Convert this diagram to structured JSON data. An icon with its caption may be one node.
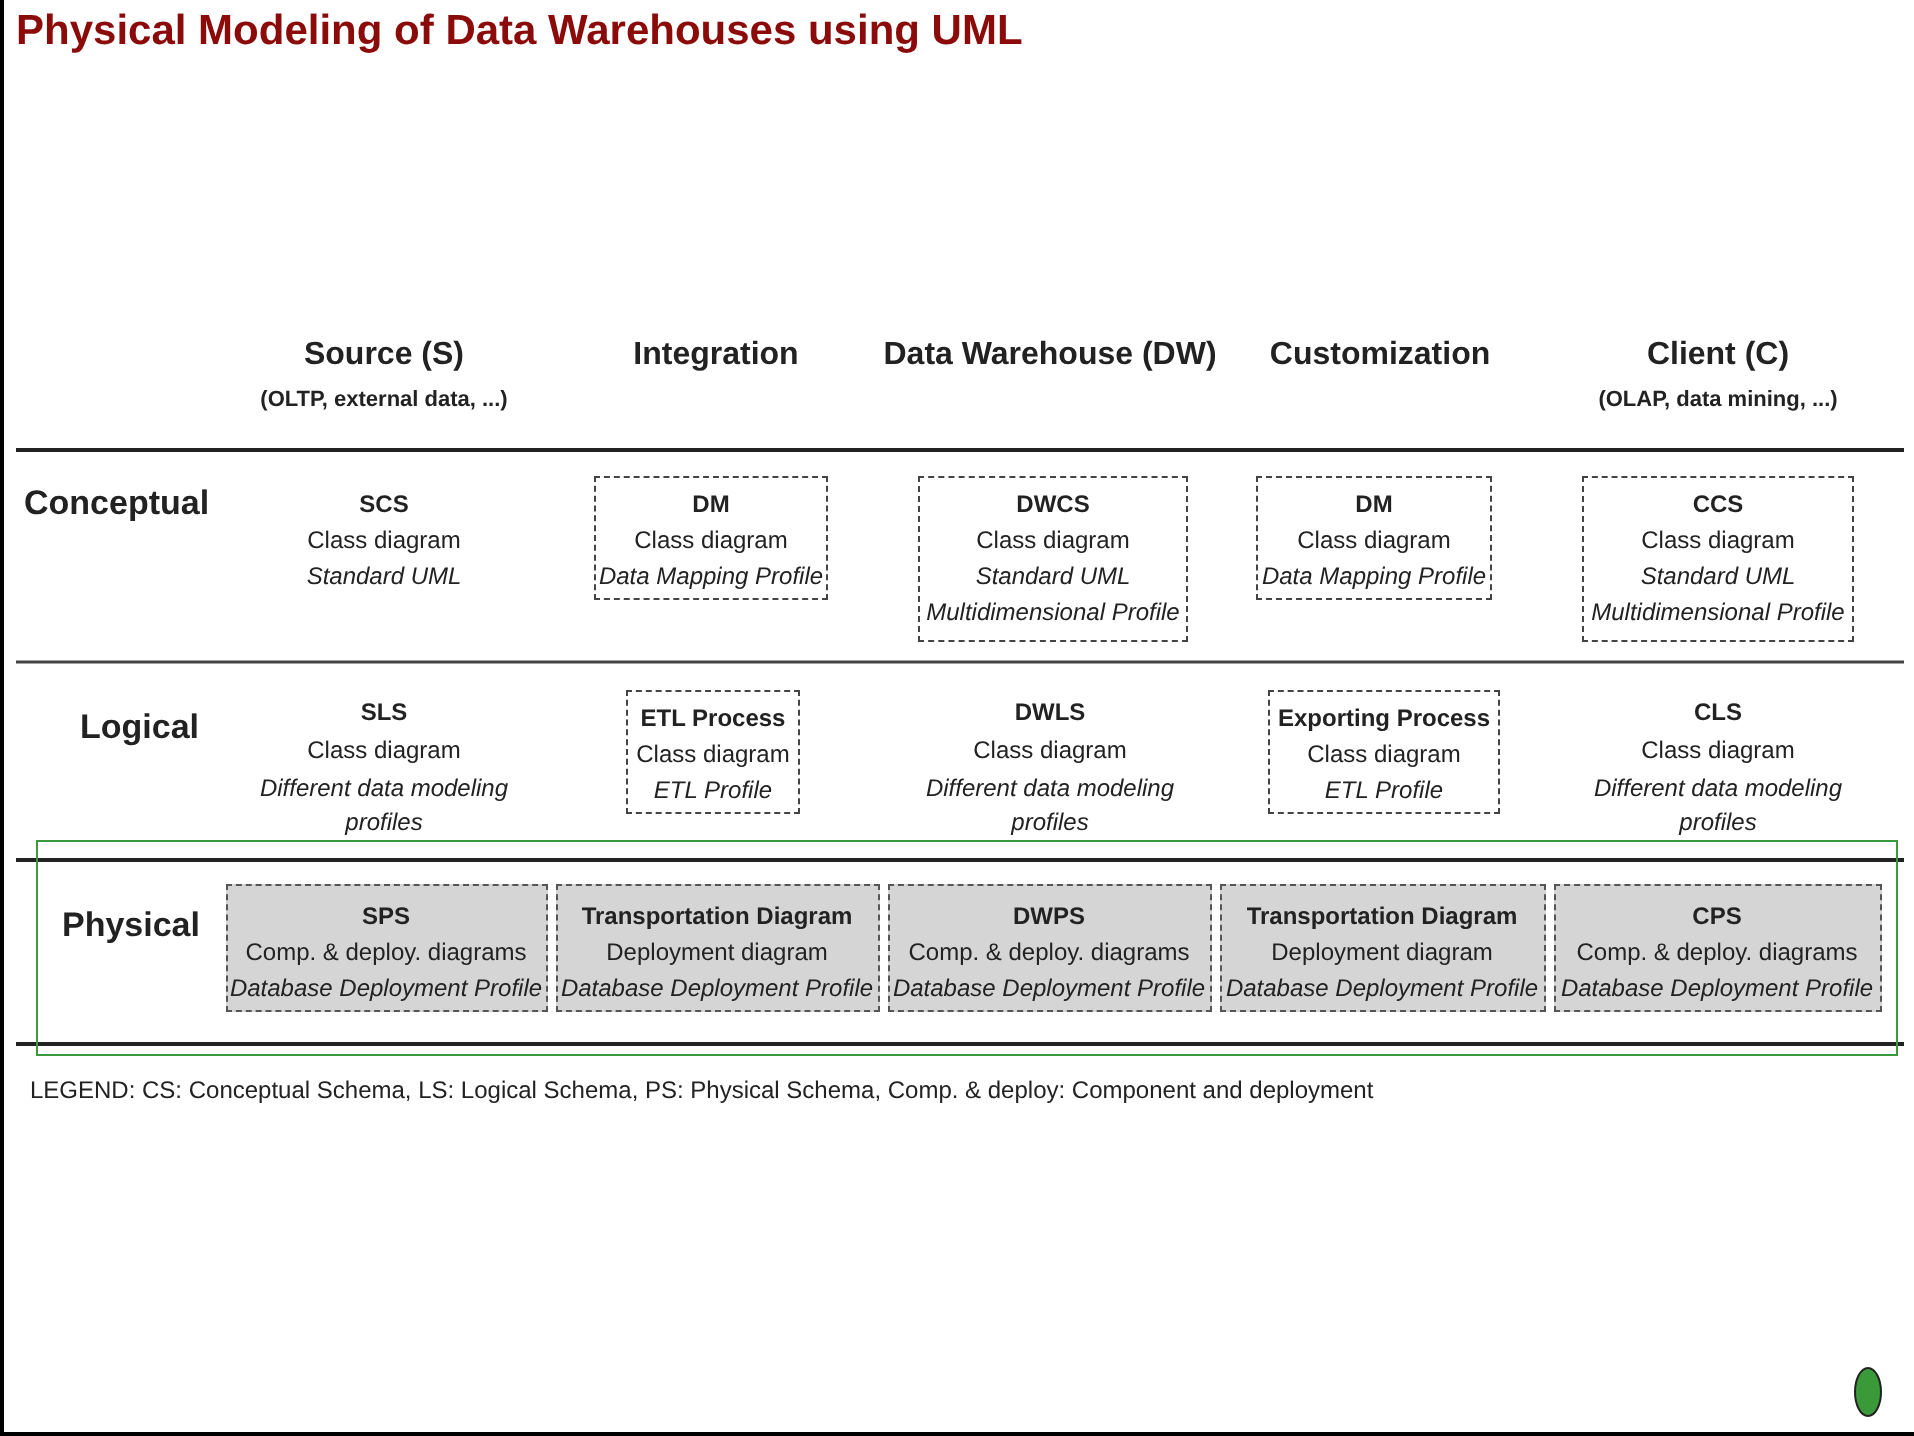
{
  "diagram": {
    "title": "Physical Modeling of Data Warehouses using UML",
    "nodes": [
      {
        "text": [
          "DM",
          "Class diagram",
          "Data Mapping Profile"
        ]
      },
      {
        "text": [
          "DWCS",
          "Class diagram",
          "Standard UML",
          "Multidimensional Profile"
        ]
      },
      {
        "text": [
          "DM",
          "Class diagram",
          "Data Mapping Profile"
        ]
      },
      {
        "text": [
          "CCS",
          "Class diagram",
          "Standard UML",
          "Multidimensional Profile"
        ]
      },
      {
        "text": [
          "ETL Process",
          "Class diagram",
          "ETL Profile"
        ]
      },
      {
        "text": [
          "Exporting Process",
          "Class diagram",
          "ETL Profile"
        ]
      },
      {
        "text": [],
        "shape": "box"
      },
      {
        "text": [
          "SPS",
          "Comp. & deploy. diagrams",
          "Database Deployment Profile"
        ],
        "in": 6
      },
      {
        "text": [
          "Transportation Diagram",
          "Deployment diagram",
          "Database Deployment Profile"
        ],
        "in": 6
      },
      {
        "text": [
          "DWPS",
          "Comp. & deploy. diagrams",
          "Database Deployment Profile"
        ],
        "in": 6
      },
      {
        "text": [
          "Transportation Diagram",
          "Deployment diagram",
          "Database Deployment Profile"
        ],
        "in": 6
      },
      {
        "text": [
          "CPS",
          "Comp. & deploy. diagrams",
          "Database Deployment Profile"
        ],
        "in": 6
      }
    ],
    "edges": [],
    "labels": [
      "Source (S)",
      "(OLTP, external data, ...)",
      "Integration",
      "Data Warehouse (DW)",
      "Customization",
      "Client (C)",
      "(OLAP, data mining, ...)",
      "Conceptual",
      "SCS",
      "Class diagram",
      "Standard UML",
      "Logical",
      "SLS",
      "Class diagram",
      "Different data modeling profiles",
      "DWLS",
      "Class diagram",
      "Different data modeling profiles",
      "CLS",
      "Class diagram",
      "Different data modeling profiles",
      "Physical",
      "LEGEND: CS: Conceptual Schema, LS: Logical Schema, PS: Physical Schema, Comp. & deploy: Component and deployment"
    ]
  }
}
